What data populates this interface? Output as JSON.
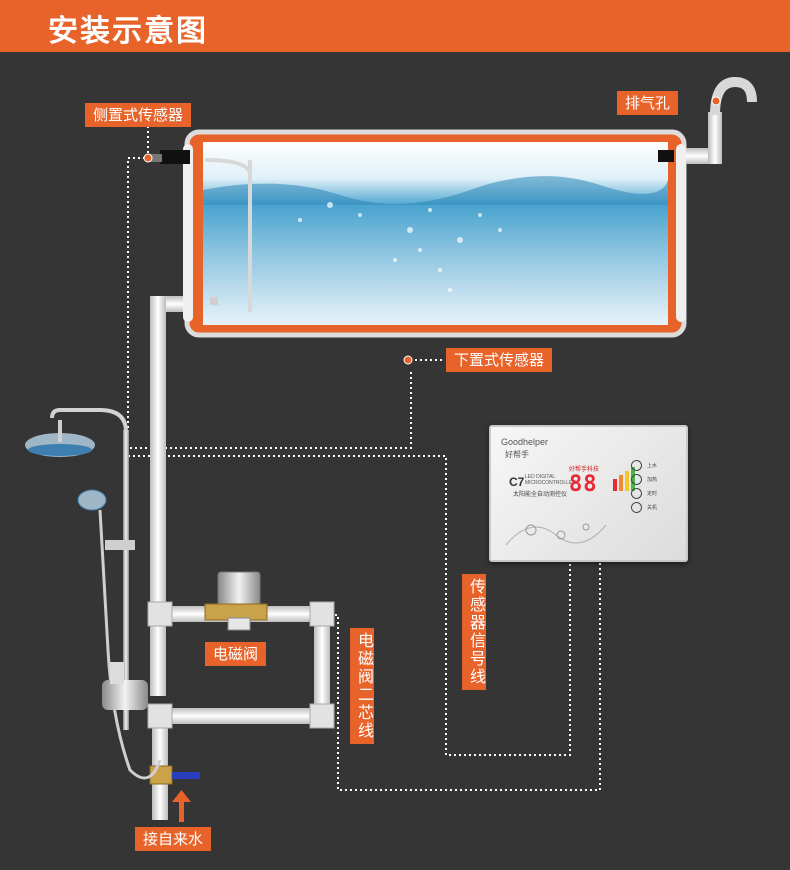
{
  "header": {
    "title": "安装示意图"
  },
  "labels": {
    "side_sensor": "侧置式传感器",
    "vent": "排气孔",
    "bottom_sensor": "下置式传感器",
    "solenoid_valve": "电磁阀",
    "solenoid_wire": "电磁阀二芯线",
    "sensor_wire": "传感器信号线",
    "water_inlet": "接自来水"
  },
  "controller": {
    "brand": "Goodhelper",
    "brand_cn": "好帮手",
    "model": "C7",
    "model_sub1": "LED DIGITAL",
    "model_sub2": "MICROCONTROLLER",
    "model_cn": "太阳能全自动测控仪",
    "display_title": "好帮手科技",
    "display_digits": "88",
    "buttons": [
      "上水",
      "加热",
      "定时",
      "关机"
    ]
  },
  "colors": {
    "accent": "#e8632a",
    "background": "#353535",
    "pipe": "#e8e8e8"
  }
}
